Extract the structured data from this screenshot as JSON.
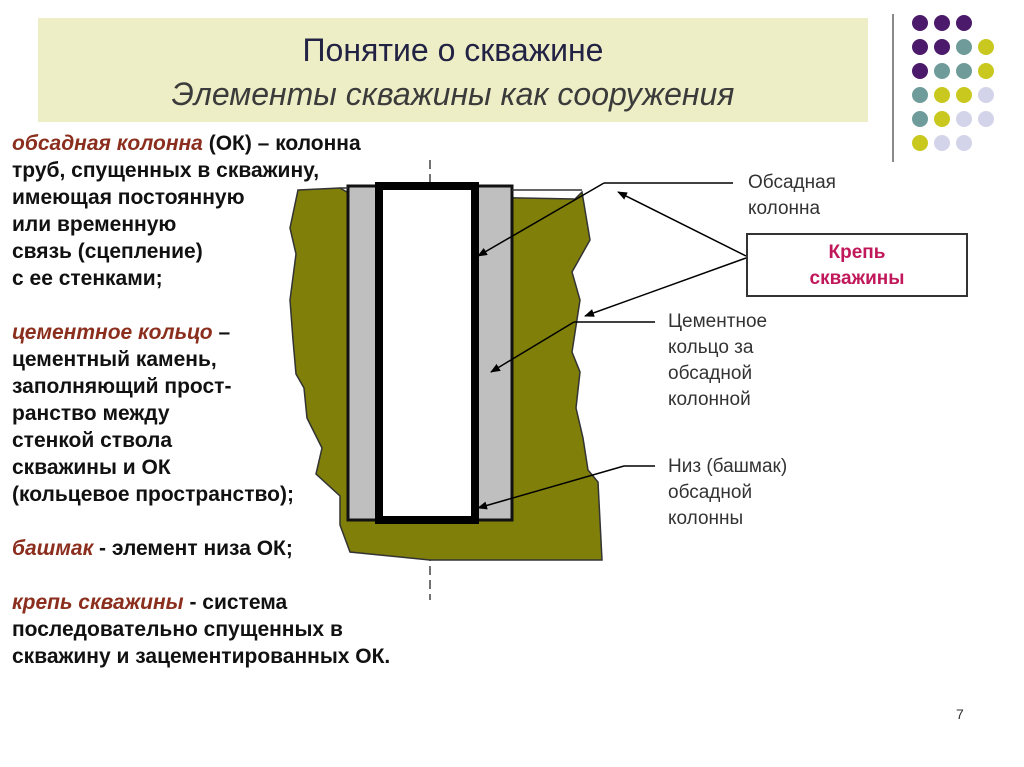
{
  "title": {
    "line1": "Понятие о скважине",
    "line2": "Элементы скважины как сооружения"
  },
  "definitions": [
    {
      "term": "обсадная колонна",
      "rest_first": " (ОК) – колонна",
      "lines": [
        "труб, спущенных в скважину,",
        "имеющая постоянную",
        "или временную",
        "связь (сцепление)",
        "с ее стенками;"
      ]
    },
    {
      "term": "цементное кольцо",
      "rest_first": " –",
      "lines": [
        "цементный камень,",
        "заполняющий прост-",
        "ранство между",
        "стенкой ствола",
        "скважины и ОК",
        "(кольцевое пространство);"
      ]
    },
    {
      "term": "башмак",
      "rest_first": " - элемент низа ОК;",
      "lines": []
    },
    {
      "term": "крепь скважины",
      "rest_first": " - система",
      "lines": [
        "последовательно спущенных в",
        "скважину и зацементированных ОК."
      ]
    }
  ],
  "labels": {
    "casing": [
      "Обсадная",
      "колонна"
    ],
    "krep": [
      "Крепь",
      "скважины"
    ],
    "cement": [
      "Цементное",
      "кольцо за",
      "обсадной",
      "колонной"
    ],
    "shoe": [
      "Низ (башмак)",
      "обсадной",
      "колонны"
    ]
  },
  "page_number": "7",
  "colors": {
    "rock": "#7f7f0a",
    "cement": "#bfbfbf",
    "term": "#8b2e1e",
    "krep_text": "#c0185a",
    "title_bg": "#eeeec6",
    "dot_purple": "#4b1a6b",
    "dot_teal": "#6f9c9a",
    "dot_yellow": "#c8c81e",
    "dot_lavender": "#d3d3ea"
  }
}
